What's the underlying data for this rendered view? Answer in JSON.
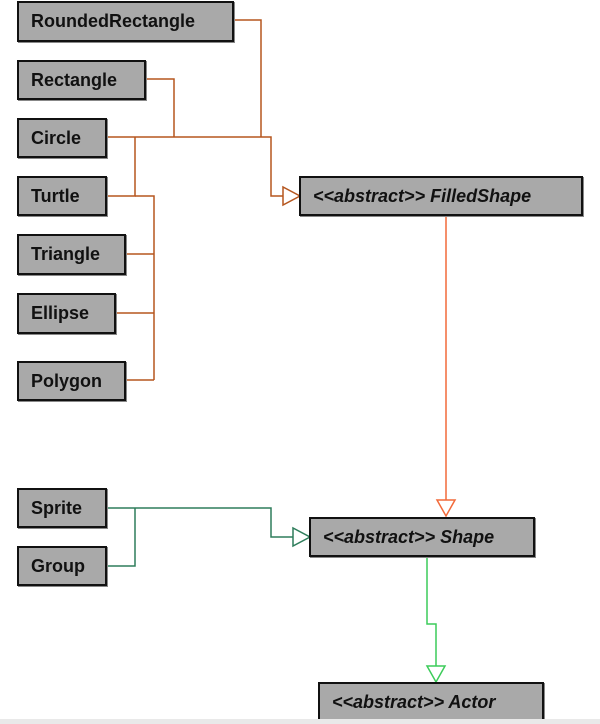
{
  "diagram": {
    "type": "class-hierarchy",
    "colors": {
      "filledshape_edges": "#b5561f",
      "filledshape_to_shape_edge": "#f26a3a",
      "shape_edges": "#2e7d5b",
      "shape_to_actor_edge": "#3ccc5a",
      "node_fill": "#a9a9a9",
      "node_border": "#111111"
    },
    "nodes": {
      "rounded_rectangle": "RoundedRectangle",
      "rectangle": "Rectangle",
      "circle": "Circle",
      "turtle": "Turtle",
      "triangle": "Triangle",
      "ellipse": "Ellipse",
      "polygon": "Polygon",
      "sprite": "Sprite",
      "group": "Group",
      "filled_shape": "<<abstract>> FilledShape",
      "shape": "<<abstract>> Shape",
      "actor": "<<abstract>> Actor"
    },
    "edges": [
      {
        "from": "RoundedRectangle",
        "to": "FilledShape",
        "kind": "inheritance"
      },
      {
        "from": "Rectangle",
        "to": "FilledShape",
        "kind": "inheritance"
      },
      {
        "from": "Circle",
        "to": "FilledShape",
        "kind": "inheritance"
      },
      {
        "from": "Turtle",
        "to": "FilledShape",
        "kind": "inheritance"
      },
      {
        "from": "Triangle",
        "to": "FilledShape",
        "kind": "inheritance"
      },
      {
        "from": "Ellipse",
        "to": "FilledShape",
        "kind": "inheritance"
      },
      {
        "from": "Polygon",
        "to": "FilledShape",
        "kind": "inheritance"
      },
      {
        "from": "Sprite",
        "to": "Shape",
        "kind": "inheritance"
      },
      {
        "from": "Group",
        "to": "Shape",
        "kind": "inheritance"
      },
      {
        "from": "FilledShape",
        "to": "Shape",
        "kind": "inheritance"
      },
      {
        "from": "Shape",
        "to": "Actor",
        "kind": "inheritance"
      }
    ]
  }
}
